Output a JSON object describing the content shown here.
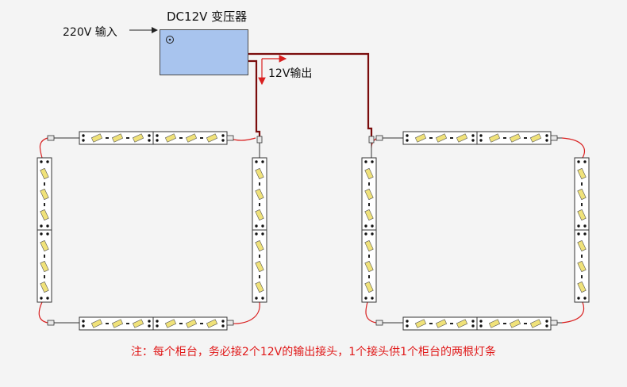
{
  "labels": {
    "input": "220V 输入",
    "transformer": "DC12V 变压器",
    "output": "12V输出"
  },
  "note": "注：每个柜台，务必接2个12V的输出接头，1个接头供1个柜台的两根灯条",
  "colors": {
    "background": "#f4f4f4",
    "transformer_fill": "#a8c4ee",
    "wire_dark": "#7a0c0c",
    "wire_red": "#d91f1f",
    "led_chip": "#f0e27a",
    "strip_fill": "#ffffff",
    "note_text": "#e01818"
  },
  "icons": [
    "arrow-right-icon",
    "arrow-up-icon",
    "arrow-down-icon",
    "power-socket-icon",
    "connector-plug-icon",
    "led-chip-icon"
  ]
}
